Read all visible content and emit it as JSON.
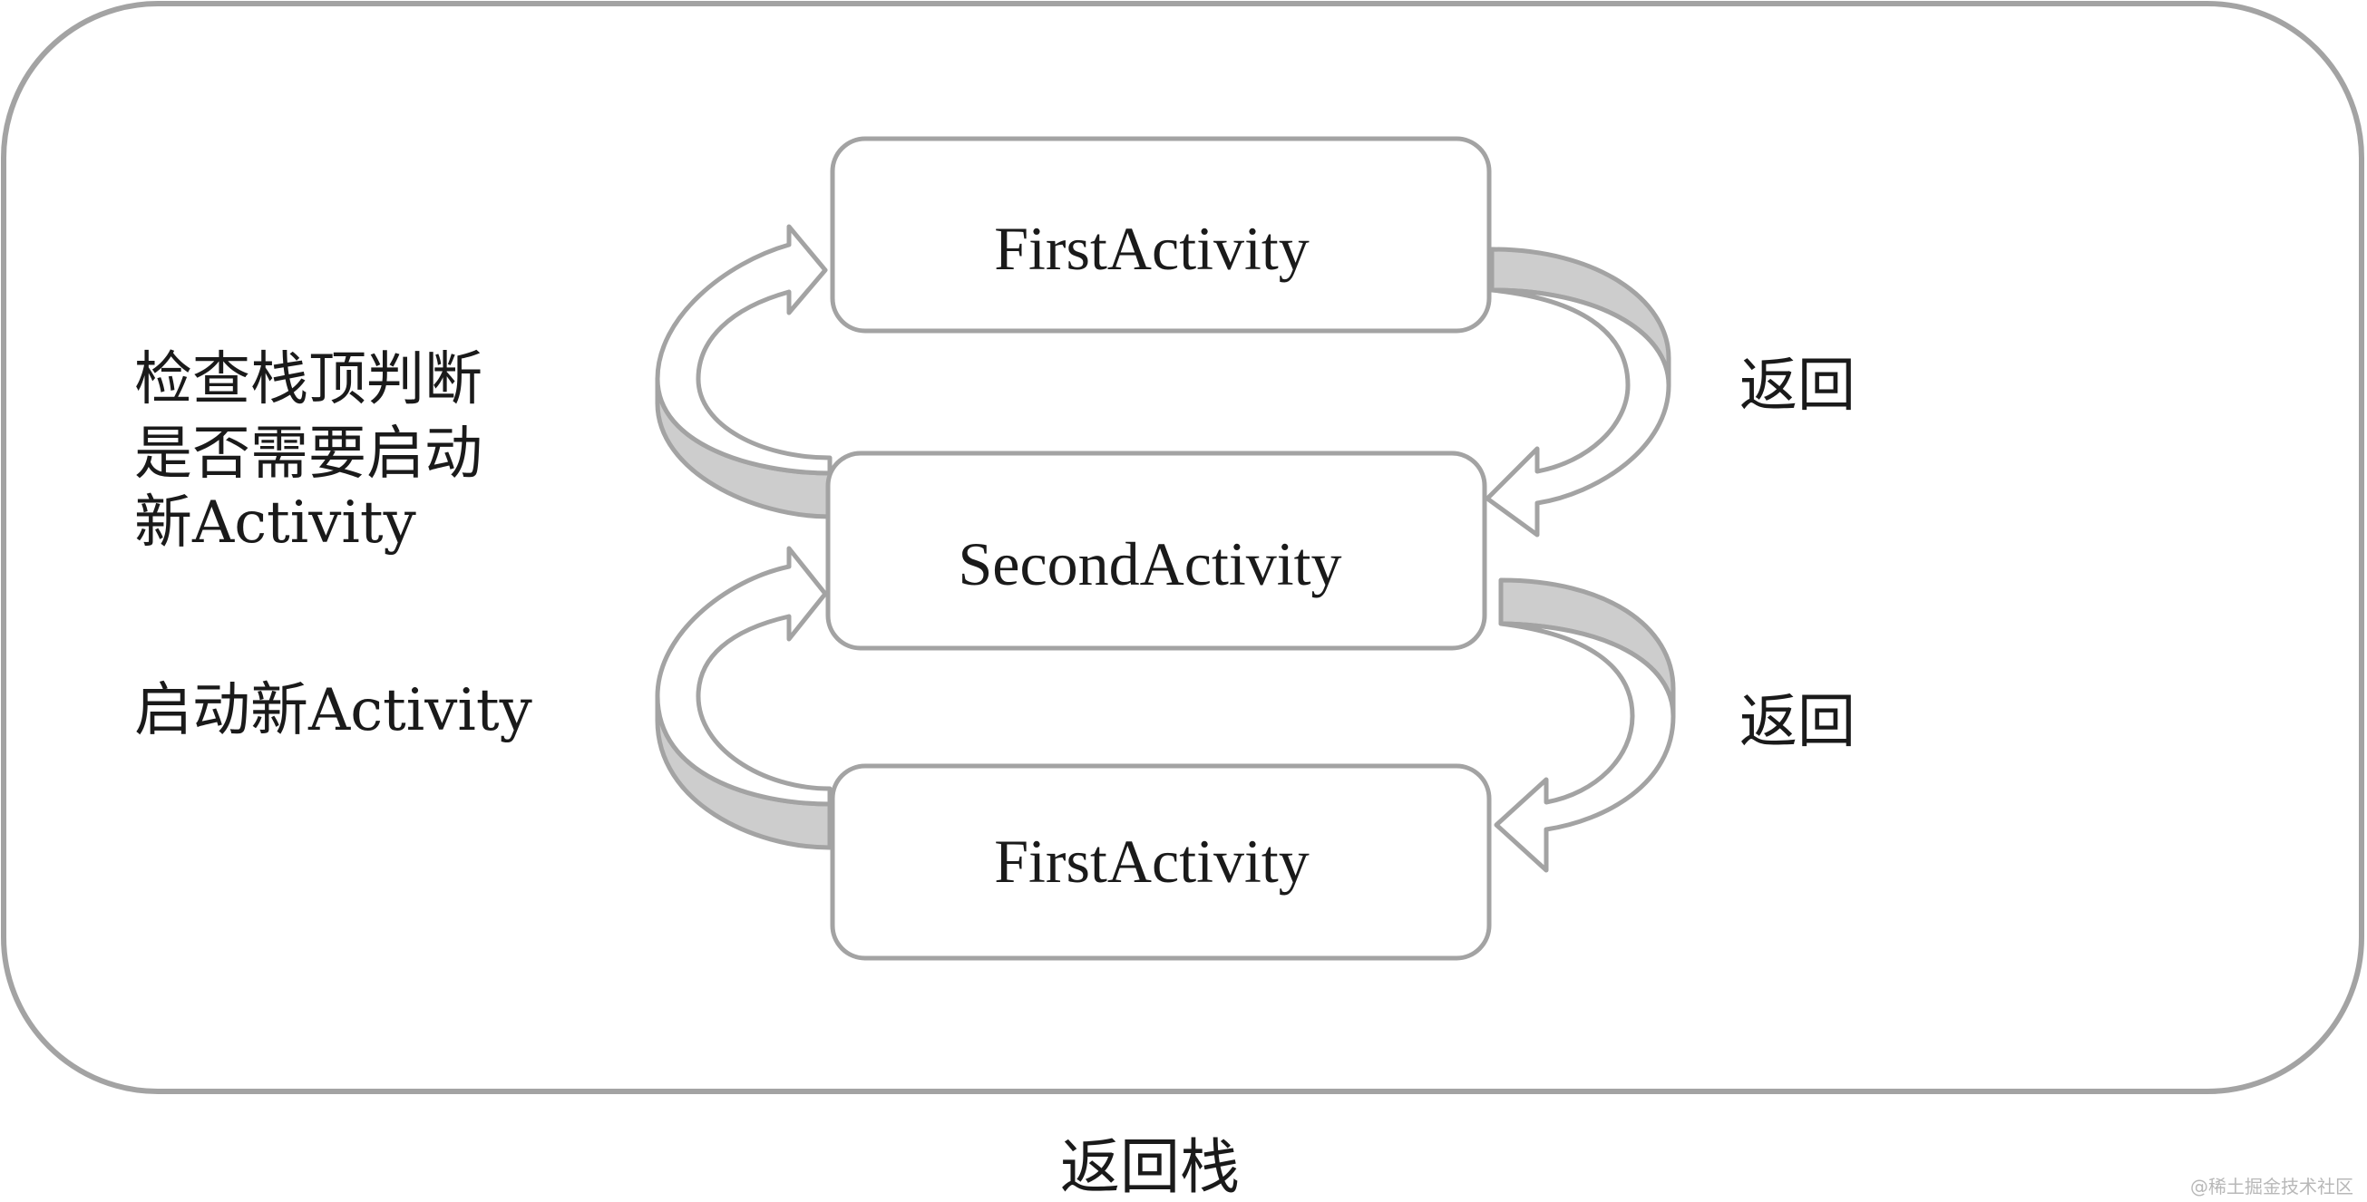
{
  "colors": {
    "outline": "#a3a3a3",
    "arrow_band_fill": "#cdcdcd",
    "box_fill": "#ffffff",
    "text": "#1a1a1a"
  },
  "stack": {
    "caption": "返回栈",
    "activities": [
      {
        "label": "FirstActivity"
      },
      {
        "label": "SecondActivity"
      },
      {
        "label": "FirstActivity"
      }
    ]
  },
  "left_labels": {
    "check_lines": [
      "检查栈顶判断",
      "是否需要启动",
      "新Activity"
    ],
    "start_new": "启动新Activity"
  },
  "right_labels": {
    "back_top": "返回",
    "back_bottom": "返回"
  },
  "watermark": "@稀土掘金技术社区"
}
